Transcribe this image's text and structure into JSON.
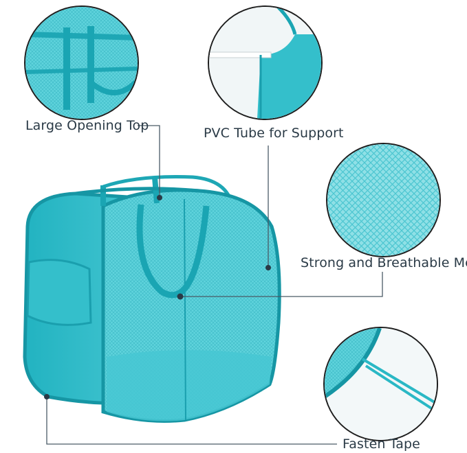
{
  "labels": {
    "large_opening_top": "Large Opening Top",
    "pvc_tube": "PVC Tube for Support",
    "mesh": "Strong and Breathable Mesh",
    "fasten_tape": "Fasten Tape"
  },
  "colors": {
    "fabric": "#3cc3cf",
    "fabric_dark": "#1fa9b7",
    "fabric_light": "#8fe0e6",
    "text": "#2a3a46",
    "leader_line": "#4a5a66",
    "circle_border": "#1e1e1e"
  }
}
